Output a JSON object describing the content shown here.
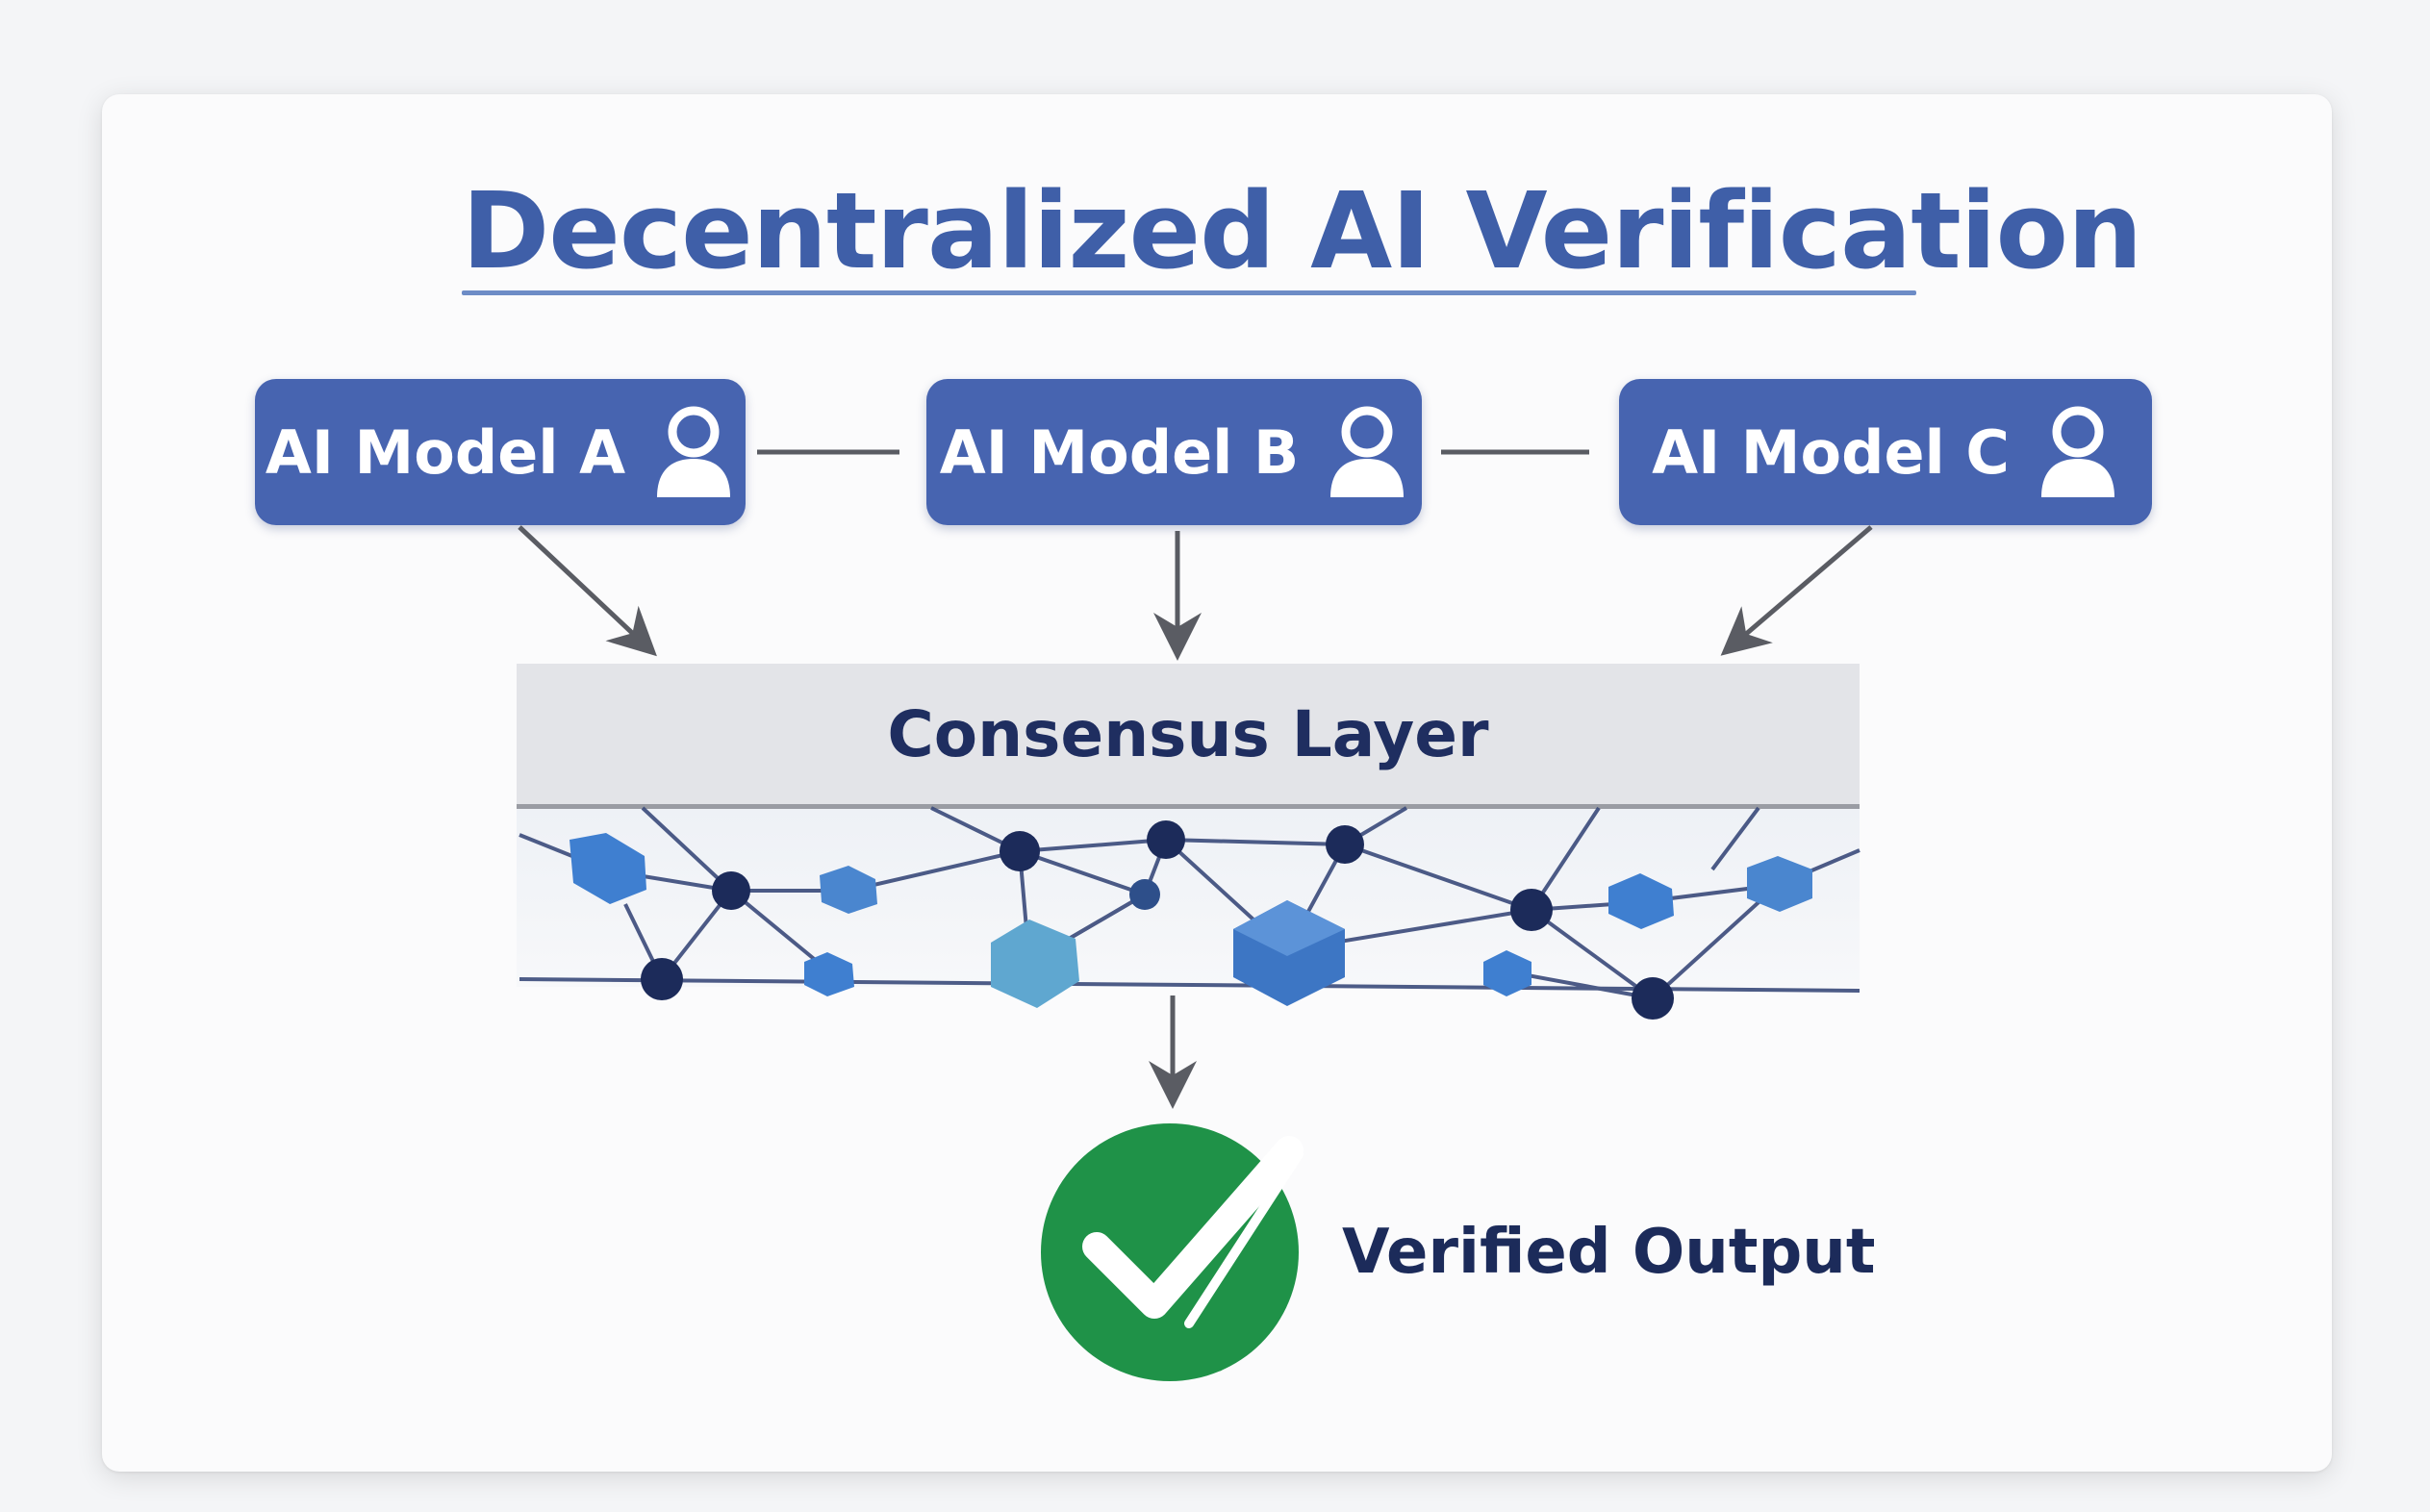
{
  "title": "Decentralized AI Verification",
  "models": [
    {
      "label": "AI Model A",
      "icon": "user-icon"
    },
    {
      "label": "AI Model B",
      "icon": "user-icon"
    },
    {
      "label": "AI Model C",
      "icon": "user-icon"
    }
  ],
  "consensus": {
    "label": "Consensus Layer"
  },
  "output": {
    "label": "Verified Output",
    "icon": "check-circle-icon"
  },
  "colors": {
    "title": "#3f5fa8",
    "model_box": "#4764b0",
    "consensus_text": "#1f2e60",
    "verified_green": "#1f9248",
    "node_dark": "#1c2b5a",
    "node_blue": "#4a86cf"
  }
}
